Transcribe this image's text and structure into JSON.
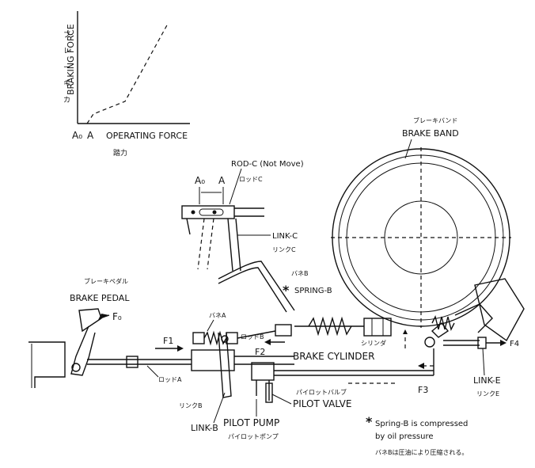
{
  "graph": {
    "y_label_en": "BRAKING FORCE",
    "y_label_jp": [
      "ブ",
      "レ",
      "ー",
      "キ",
      "カ"
    ],
    "x_label_en": "OPERATING FORCE",
    "x_label_jp": "踏力",
    "origin_labels": [
      "A₀",
      "A"
    ]
  },
  "brake_band": {
    "label_jp": "ブレーキバンド",
    "label_en": "BRAKE BAND"
  },
  "rod_c": {
    "label_en": "ROD-C (Not Move)",
    "label_jp": "ロッドC",
    "dims": [
      "A₀",
      "A"
    ]
  },
  "link_c": {
    "label_en": "LINK-C",
    "label_jp": "リンクC"
  },
  "spring_b": {
    "label_jp": "バネB",
    "star": "*",
    "label_en": "SPRING-B"
  },
  "brake_pedal": {
    "label_jp": "ブレーキペダル",
    "label_en": "BRAKE PEDAL",
    "force": "F₀"
  },
  "spring_a": {
    "label_jp": "バネA"
  },
  "rod_b": {
    "label_jp": "ロッドB"
  },
  "brake_cylinder": {
    "label_jp": "シリンダ",
    "label_en": "BRAKE CYLINDER"
  },
  "forces": {
    "f1": "F1",
    "f2": "F2",
    "f3": "F3",
    "f4": "F4"
  },
  "rod_a": {
    "label_jp": "ロッドA"
  },
  "pilot_valve": {
    "label_jp": "パイロットバルブ",
    "label_en": "PILOT VALVE"
  },
  "link_b": {
    "label_jp": "リンクB",
    "label_en": "LINK-B"
  },
  "link_e": {
    "label_en": "LINK-E",
    "label_jp": "リンクE"
  },
  "pilot_pump": {
    "label_en": "PILOT PUMP",
    "label_jp": "パイロットポンプ"
  },
  "note": {
    "star": "*",
    "line1": "Spring-B is compressed",
    "line2": "by oil pressure",
    "line3_jp": "バネBは圧油により圧縮される。"
  }
}
